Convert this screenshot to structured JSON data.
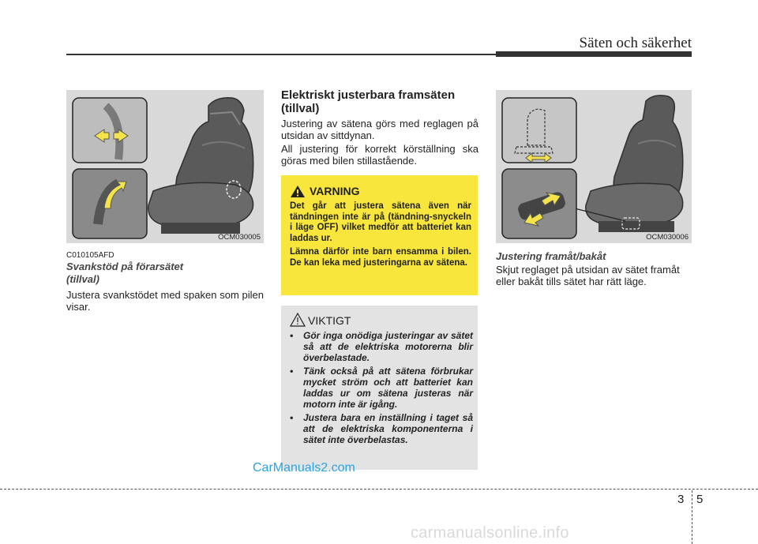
{
  "header": {
    "section_title": "Säten och säkerhet"
  },
  "col1": {
    "figure_code": "OCM030005",
    "doc_code": "C010105AFD",
    "subheading_line1": "Svankstöd på förarsätet",
    "subheading_line2": "(tillval)",
    "body": "Justera svankstödet med spaken som pilen visar."
  },
  "col2": {
    "heading": "Elektriskt justerbara framsäten (tillval)",
    "para1": "Justering av sätena görs med reglagen på utsidan av sittdynan.",
    "para2": "All justering för korrekt körställning ska göras med bilen stillastående.",
    "warning": {
      "title": "VARNING",
      "text1": "Det går att justera sätena även när tändningen inte är på (tändning-snyckeln i läge OFF) vilket medför att batteriet kan laddas ur.",
      "text2": "Lämna därför inte barn ensamma i bilen. De kan leka med justeringarna av sätena."
    },
    "important": {
      "title": "VIKTIGT",
      "items": [
        "Gör inga onödiga justeringar av sätet så att de elektriska motorerna blir överbelastade.",
        "Tänk också på att sätena förbrukar mycket ström och att batteriet kan laddas ur om sätena justeras när motorn inte är igång.",
        "Justera bara en inställning i taget så att de elektriska komponenterna i sätet inte överbelastas."
      ]
    }
  },
  "col3": {
    "figure_code": "OCM030006",
    "subheading": "Justering framåt/bakåt",
    "body": "Skjut reglaget på utsidan av sätet framåt eller bakåt tills sätet har rätt läge."
  },
  "footer": {
    "watermark": "CarManuals2.com",
    "page_chapter": "3",
    "page_number": "5",
    "site": "carmanualsonline.info"
  }
}
